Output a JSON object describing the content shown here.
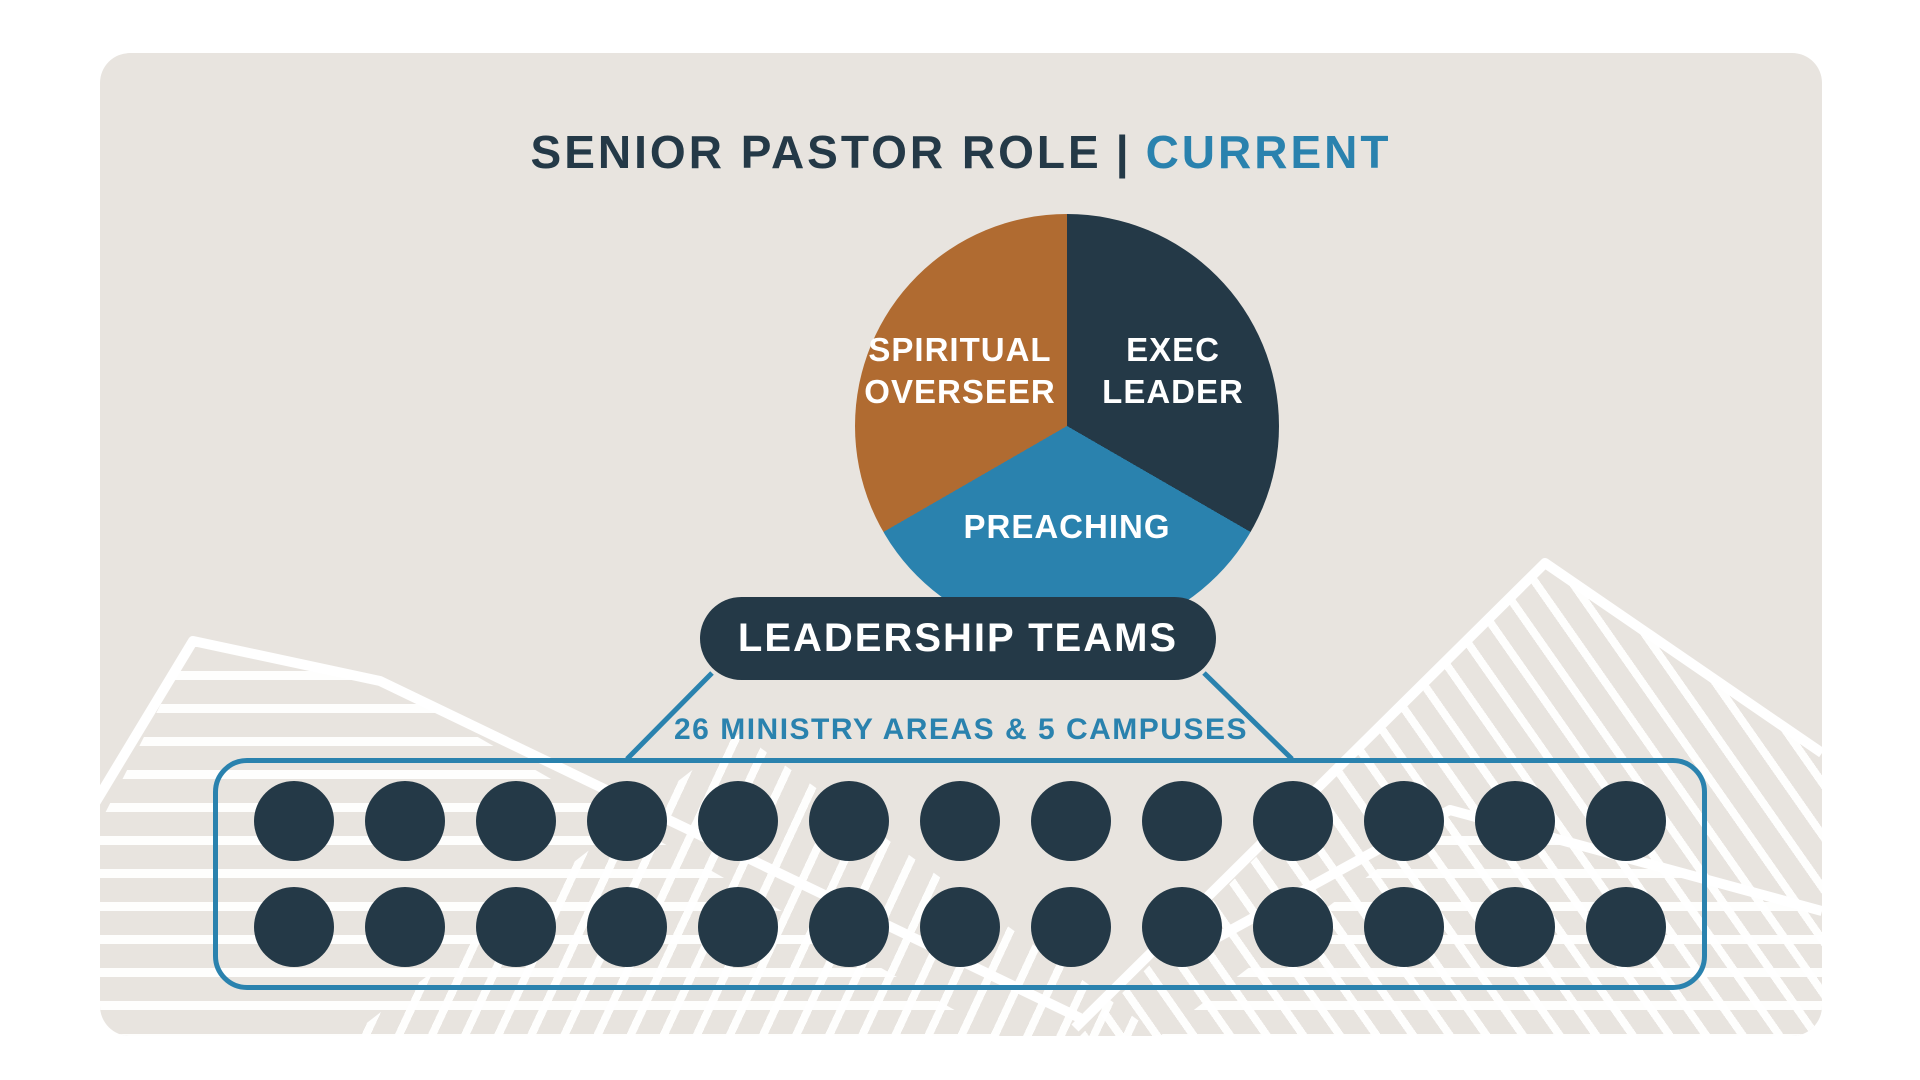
{
  "colors": {
    "ink": "#243947",
    "blue": "#2a82ae",
    "brown": "#b06b31",
    "card_background": "#e8e4df",
    "pattern_line": "#ffffff"
  },
  "header": {
    "title_main": "SENIOR PASTOR ROLE",
    "title_separator": "|",
    "title_highlight": "CURRENT"
  },
  "pie_chart": {
    "type": "pie",
    "slices": [
      {
        "label": "SPIRITUAL OVERSEER",
        "lines": [
          "SPIRITUAL",
          "OVERSEER"
        ],
        "value": 33.3,
        "color": "#b06b31"
      },
      {
        "label": "EXEC LEADER",
        "lines": [
          "EXEC",
          "LEADER"
        ],
        "value": 33.3,
        "color": "#243947"
      },
      {
        "label": "PREACHING",
        "lines": [
          "PREACHING"
        ],
        "value": 33.4,
        "color": "#2a82ae"
      }
    ],
    "legend_position": "inside",
    "label_color": "#ffffff"
  },
  "leadership": {
    "pill_label": "LEADERSHIP TEAMS",
    "subtitle": "26 MINISTRY AREAS & 5 CAMPUSES"
  },
  "ministries": {
    "rows": 2,
    "per_row": 13,
    "total": 26
  }
}
